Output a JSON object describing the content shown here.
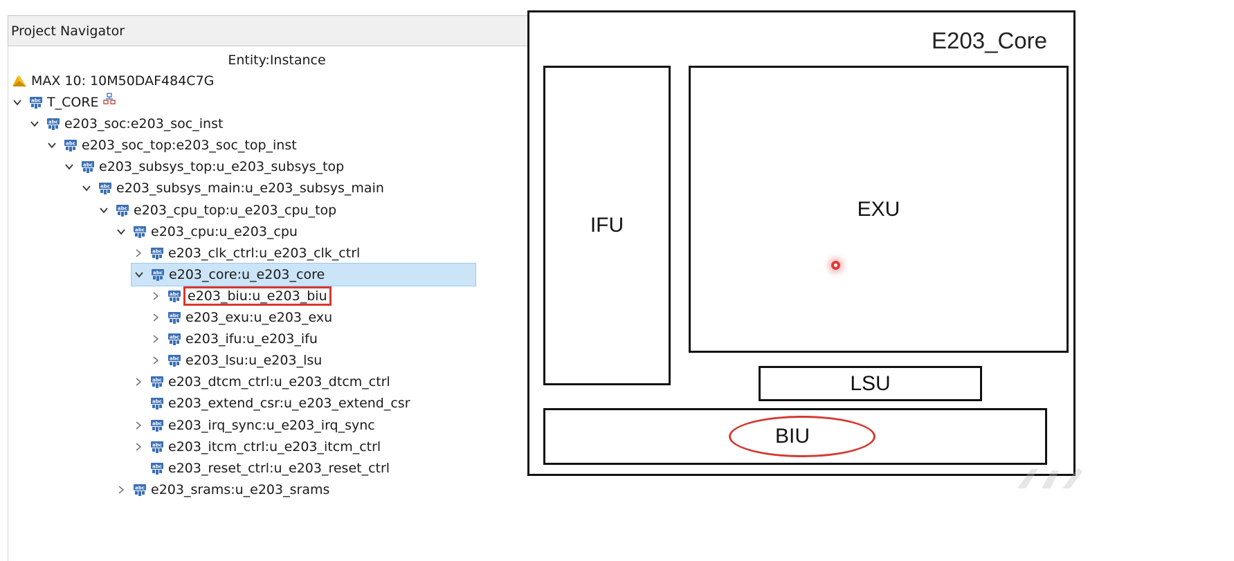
{
  "navigator": {
    "title": "Project Navigator",
    "column_header": "Entity:Instance",
    "device": "MAX 10: 10M50DAF484C7G",
    "tree": [
      {
        "label": "T_CORE",
        "level": 0,
        "expander": "expanded",
        "hier_icon": true
      },
      {
        "label": "e203_soc:e203_soc_inst",
        "level": 1,
        "expander": "expanded"
      },
      {
        "label": "e203_soc_top:e203_soc_top_inst",
        "level": 2,
        "expander": "expanded"
      },
      {
        "label": "e203_subsys_top:u_e203_subsys_top",
        "level": 3,
        "expander": "expanded"
      },
      {
        "label": "e203_subsys_main:u_e203_subsys_main",
        "level": 4,
        "expander": "expanded"
      },
      {
        "label": "e203_cpu_top:u_e203_cpu_top",
        "level": 5,
        "expander": "expanded"
      },
      {
        "label": "e203_cpu:u_e203_cpu",
        "level": 6,
        "expander": "expanded"
      },
      {
        "label": "e203_clk_ctrl:u_e203_clk_ctrl",
        "level": 7,
        "expander": "collapsed"
      },
      {
        "label": "e203_core:u_e203_core",
        "level": 7,
        "expander": "expanded",
        "selected": true
      },
      {
        "label": "e203_biu:u_e203_biu",
        "level": 8,
        "expander": "collapsed",
        "highlighted": true
      },
      {
        "label": "e203_exu:u_e203_exu",
        "level": 8,
        "expander": "collapsed"
      },
      {
        "label": "e203_ifu:u_e203_ifu",
        "level": 8,
        "expander": "collapsed"
      },
      {
        "label": "e203_lsu:u_e203_lsu",
        "level": 8,
        "expander": "collapsed"
      },
      {
        "label": "e203_dtcm_ctrl:u_e203_dtcm_ctrl",
        "level": 7,
        "expander": "collapsed"
      },
      {
        "label": "e203_extend_csr:u_e203_extend_csr",
        "level": 7,
        "expander": "none"
      },
      {
        "label": "e203_irq_sync:u_e203_irq_sync",
        "level": 7,
        "expander": "collapsed"
      },
      {
        "label": "e203_itcm_ctrl:u_e203_itcm_ctrl",
        "level": 7,
        "expander": "collapsed"
      },
      {
        "label": "e203_reset_ctrl:u_e203_reset_ctrl",
        "level": 7,
        "expander": "none"
      },
      {
        "label": "e203_srams:u_e203_srams",
        "level": 6,
        "expander": "collapsed"
      }
    ],
    "icons": {
      "expanded": "chevron-down-icon",
      "collapsed": "chevron-right-icon",
      "entity": "entity-abc-icon",
      "device": "device-triangle-icon",
      "hierarchy": "hierarchy-icon"
    },
    "colors": {
      "selected_bg": "#cce4f7",
      "highlight_box": "#d9362f"
    }
  },
  "diagram": {
    "title": "E203_Core",
    "blocks": {
      "ifu": "IFU",
      "exu": "EXU",
      "lsu": "LSU",
      "biu": "BIU"
    },
    "colors": {
      "ellipse": "#d33a32",
      "cursor": "#e23a3a"
    }
  }
}
